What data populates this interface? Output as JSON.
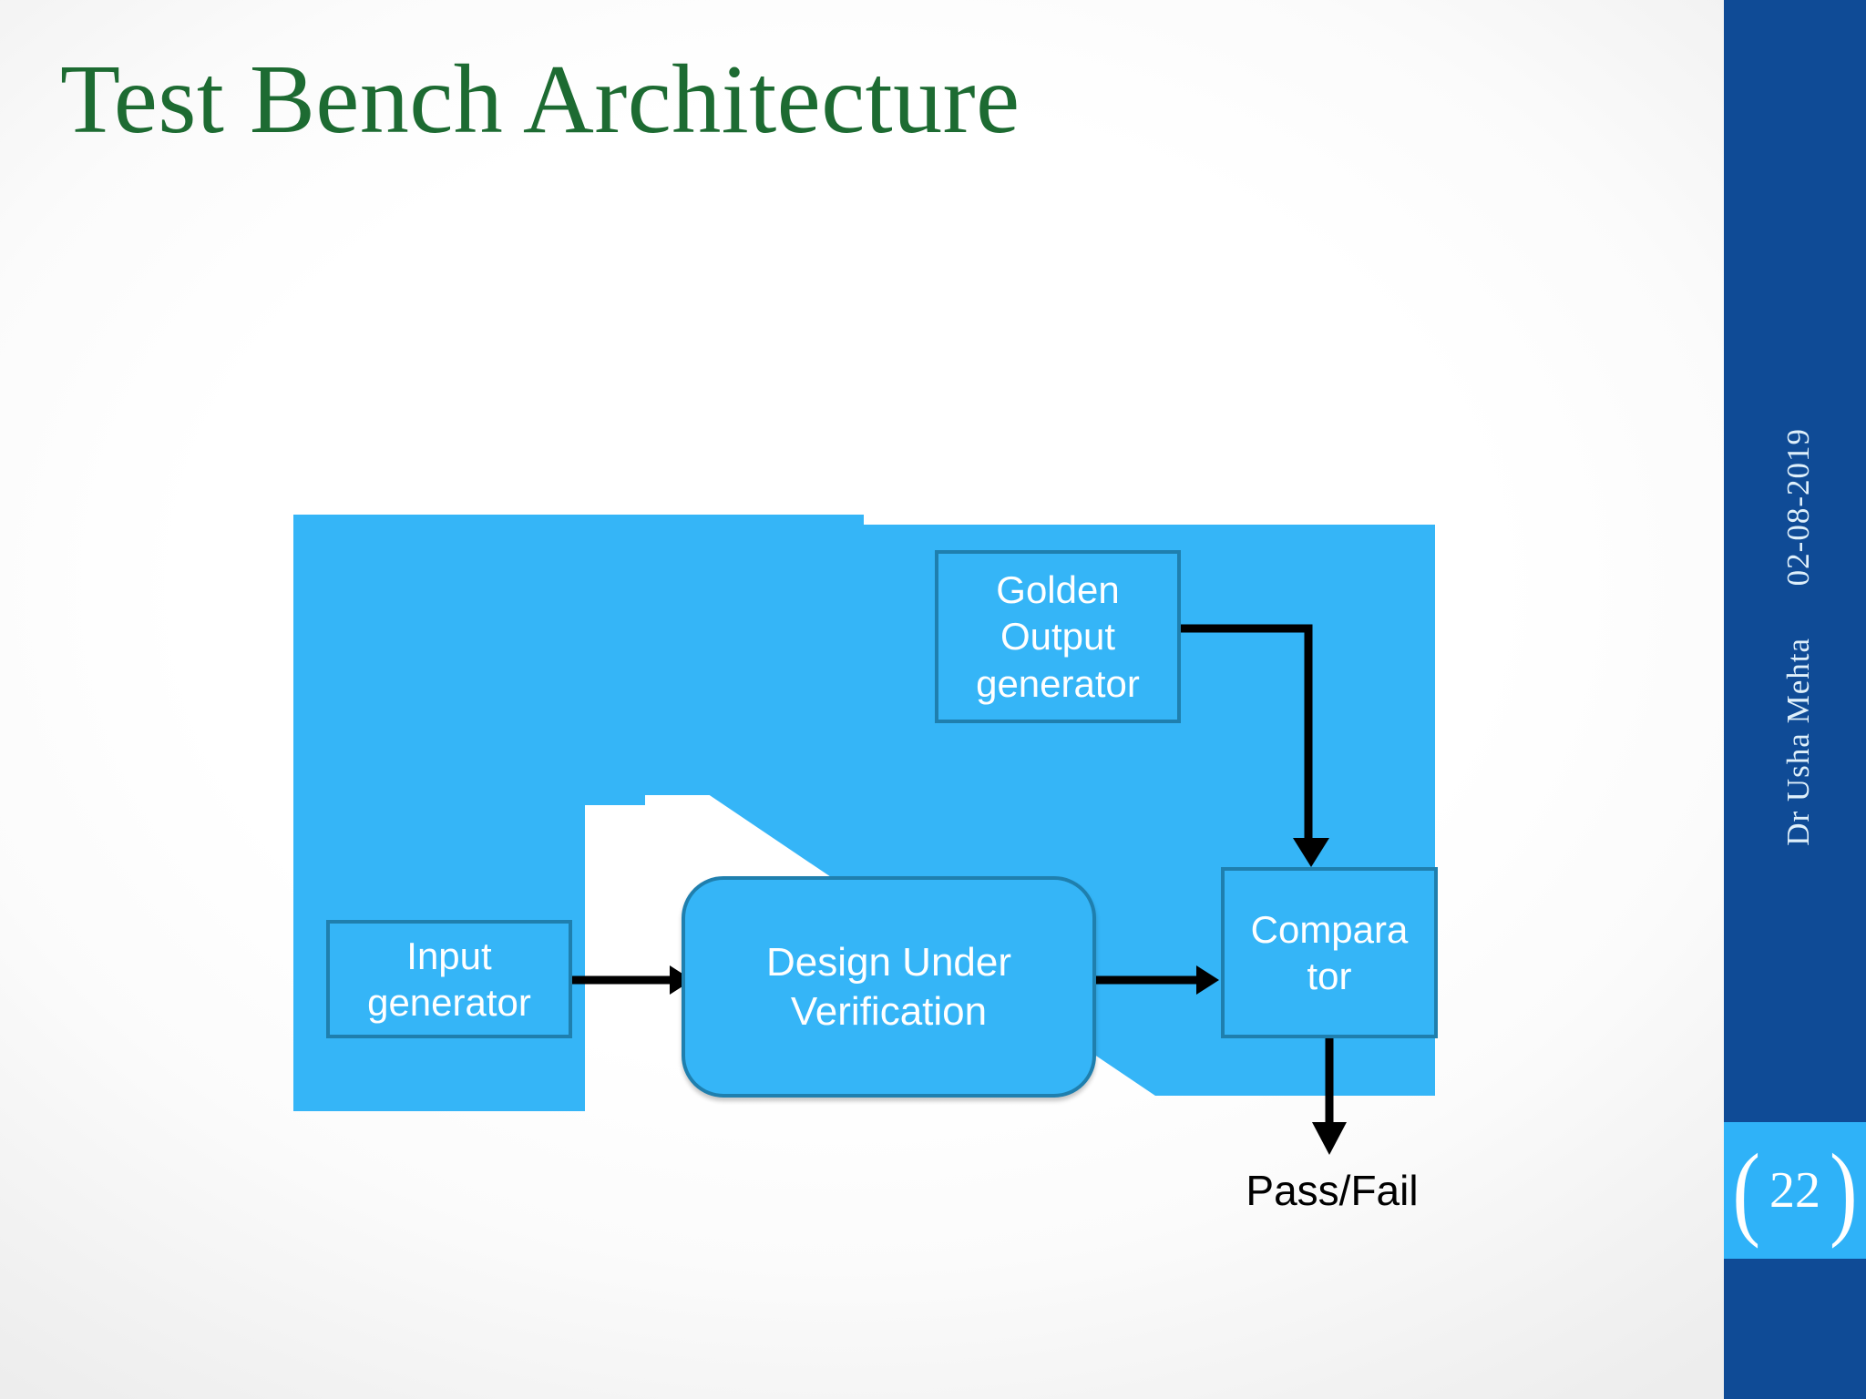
{
  "slide": {
    "title": "Test Bench Architecture",
    "page_number": "22",
    "bracket_left": "(",
    "bracket_right": ")"
  },
  "sidebar": {
    "date": "02-08-2019",
    "author": "Dr Usha Mehta"
  },
  "diagram": {
    "nodes": [
      {
        "id": "golden",
        "label": "Golden Output generator"
      },
      {
        "id": "input",
        "label": "Input generator"
      },
      {
        "id": "duv",
        "label": "Design Under Verification"
      },
      {
        "id": "comparator",
        "label": "Compara tor"
      }
    ],
    "output_label": "Pass/Fail"
  },
  "colors": {
    "title_green": "#1d6b32",
    "panel_blue": "#35b5f7",
    "node_border": "#1f7fae",
    "sidebar_navy": "#0f4b96",
    "badge_blue": "#2fb2f8",
    "arrow_black": "#000000"
  }
}
